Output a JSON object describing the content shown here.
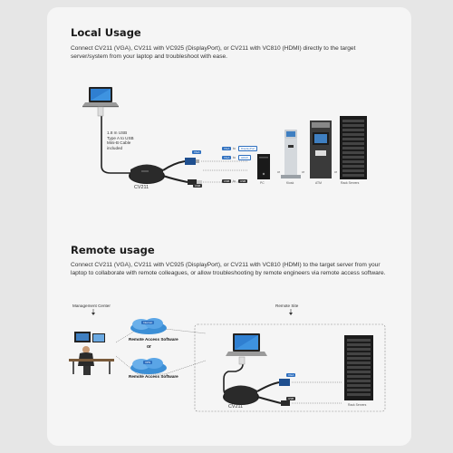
{
  "local": {
    "heading": "Local Usage",
    "description": "Connect CV211 (VGA), CV211 with VC925 (DisplayPort), or CV211 with VC810 (HDMI) directly to the target server/system from your laptop and troubleshoot with ease.",
    "cable_label": "1.8 m USB\nType A to USB\nMini-B Cable\nincluded",
    "device_label": "CV211",
    "port_vga": "VGA",
    "port_usb": "USB",
    "adapter_tags": [
      "VGA",
      "to",
      "DisplayPort",
      "VGA",
      "to",
      "HDMI"
    ],
    "usb_tags": [
      "USB",
      "to",
      "USB"
    ],
    "or_label": "or",
    "targets": [
      "PC",
      "Kiosk",
      "ATM",
      "Rack Servers"
    ]
  },
  "remote": {
    "heading": "Remote usage",
    "description": "Connect CV211 (VGA), CV211 with VC925 (DisplayPort), or CV211 with VC810 (HDMI) to the target server from your laptop to collaborate with remote colleagues, or allow troubleshooting by remote engineers via remote access software.",
    "management_center": "Management Center",
    "remote_site": "Remote Site",
    "cloud_tag_1": "Internet",
    "cloud_tag_2": "VPN",
    "software_label_1": "Remote Access Software",
    "or_label": "or",
    "software_label_2": "Remote Access Software",
    "device_label": "CV211",
    "port_vga": "VGA",
    "port_usb": "USB",
    "target_label": "Rack Servers"
  },
  "colors": {
    "accent": "#2e6fbf",
    "card": "#f5f5f5",
    "background": "#e6e6e6"
  }
}
